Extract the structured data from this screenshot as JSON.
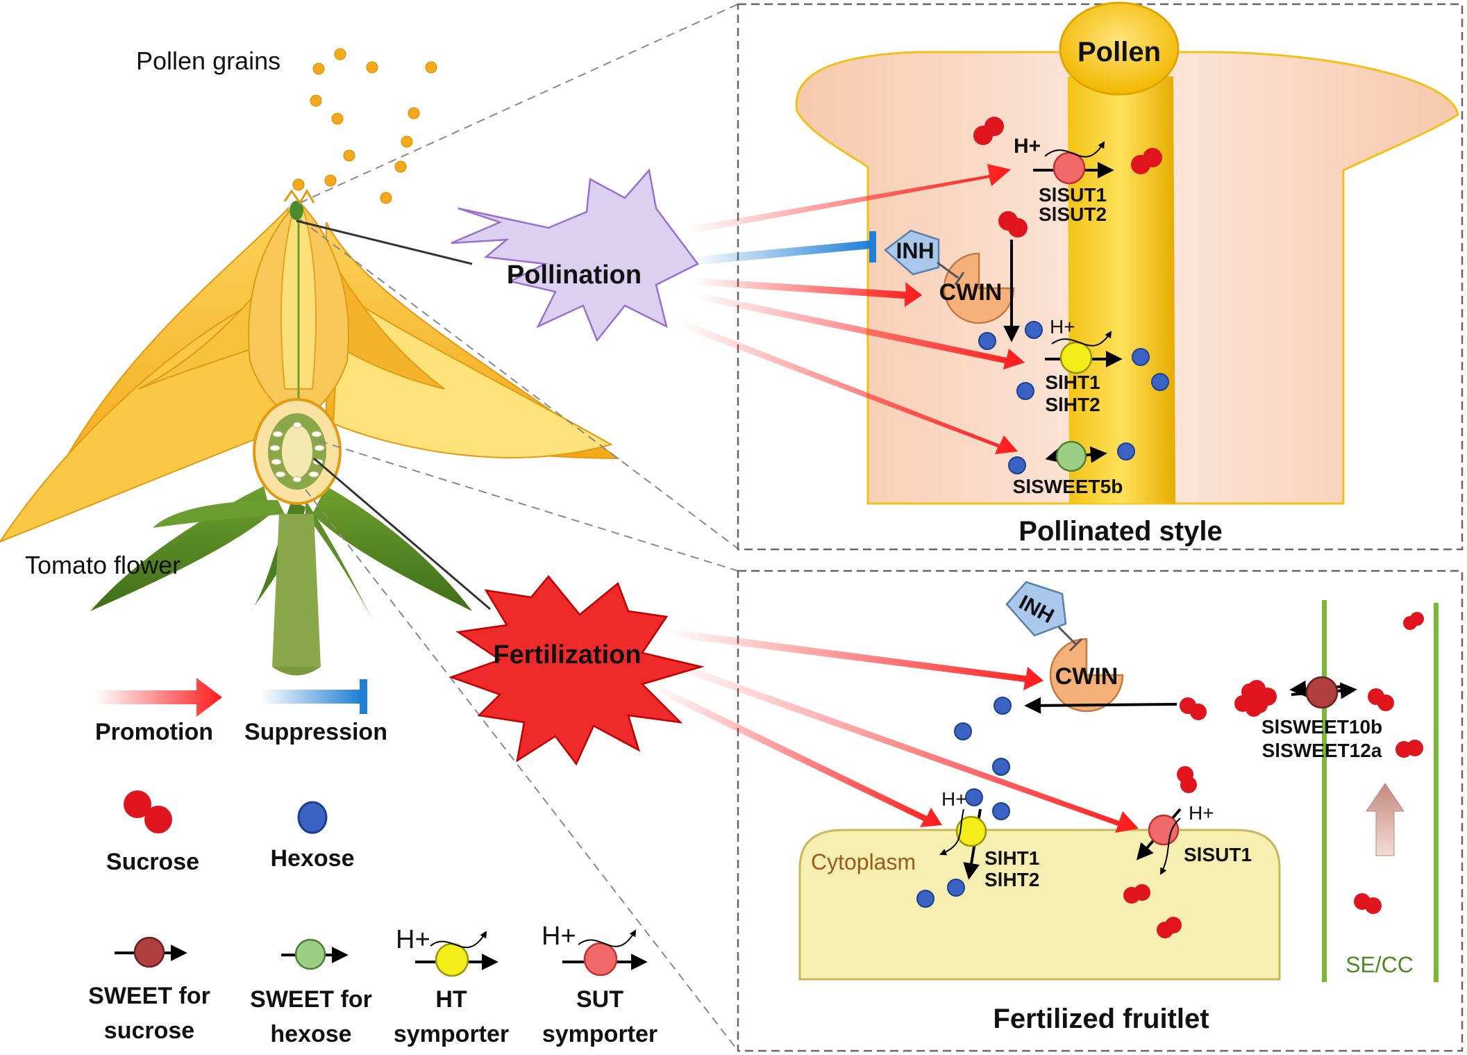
{
  "labels": {
    "pollen_grains": "Pollen grains",
    "tomato_flower": "Tomato flower",
    "pollination": "Pollination",
    "fertilization": "Fertilization",
    "pollen": "Pollen",
    "pollinated_style": "Pollinated style",
    "fertilized_fruitlet": "Fertilized fruitlet",
    "cytoplasm": "Cytoplasm",
    "se_cc": "SE/CC",
    "h_plus": "H+"
  },
  "style_panel": {
    "inh": "INH",
    "cwin": "CWIN",
    "sut_line1": "SlSUT1",
    "sut_line2": "SlSUT2",
    "ht_line1": "SlHT1",
    "ht_line2": "SlHT2",
    "sweet": "SlSWEET5b"
  },
  "fruit_panel": {
    "inh": "INH",
    "cwin": "CWIN",
    "ht_line1": "SlHT1",
    "ht_line2": "SlHT2",
    "sut": "SlSUT1",
    "sweet_line1": "SlSWEET10b",
    "sweet_line2": "SlSWEET12a"
  },
  "legend": {
    "promotion": "Promotion",
    "suppression": "Suppression",
    "sucrose": "Sucrose",
    "hexose": "Hexose",
    "sweet_sucrose_1": "SWEET for",
    "sweet_sucrose_2": "sucrose",
    "sweet_hexose_1": "SWEET for",
    "sweet_hexose_2": "hexose",
    "ht_1": "HT",
    "ht_2": "symporter",
    "sut_1": "SUT",
    "sut_2": "symporter"
  },
  "colors": {
    "promotion": "#ff1a1a",
    "suppression": "#1e7fd6",
    "sucrose": "#e0141c",
    "hexose": "#3a63c4",
    "pollen": "#f5c21a",
    "pollination_burst": "#dcd0f0",
    "fertilization_burst": "#ee2a2a",
    "cwin": "#f6b07a",
    "inh": "#a9c8ec",
    "ht_symporter": "#f3ee1a",
    "sut_symporter": "#f06a6a",
    "sweet_sucrose": "#b04040",
    "sweet_hexose": "#9ccf84",
    "cytoplasm": "#f7efb1",
    "phloem": "#7ab83a"
  }
}
